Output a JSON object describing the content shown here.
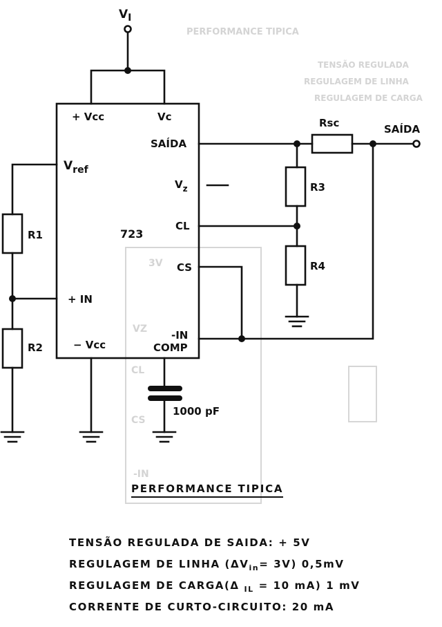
{
  "schematic": {
    "input_label": "V",
    "input_sub": "I",
    "ic": {
      "name": "723",
      "pins": {
        "plus_vcc": "+ Vcc",
        "vc": "Vc",
        "saida": "SAÍDA",
        "vref": "V",
        "vref_sub": "ref",
        "vz": "V",
        "vz_sub": "z",
        "cl": "CL",
        "cs": "CS",
        "plus_in": "+ IN",
        "minus_in": "-IN",
        "minus_vcc": "− Vcc",
        "comp": "COMP"
      }
    },
    "components": {
      "r1": "R1",
      "r2": "R2",
      "r3": "R3",
      "r4": "R4",
      "rsc": "Rsc",
      "capacitor": "1000 pF"
    },
    "output_label": "SAÍDA"
  },
  "performance": {
    "title": "PERFORMANCE TIPICA",
    "line1": "TENSÃO REGULADA DE SAIDA: + 5V",
    "line2_a": "REGULAGEM DE LINHA (ΔV",
    "line2_sub": "in",
    "line2_b": "= 3V) 0,5mV",
    "line3_a": "REGULAGEM DE CARGA(Δ ",
    "line3_sub": "IL",
    "line3_b": " = 10 mA) 1 mV",
    "line4": "CORRENTE DE CURTO-CIRCUITO: 20 mA"
  }
}
